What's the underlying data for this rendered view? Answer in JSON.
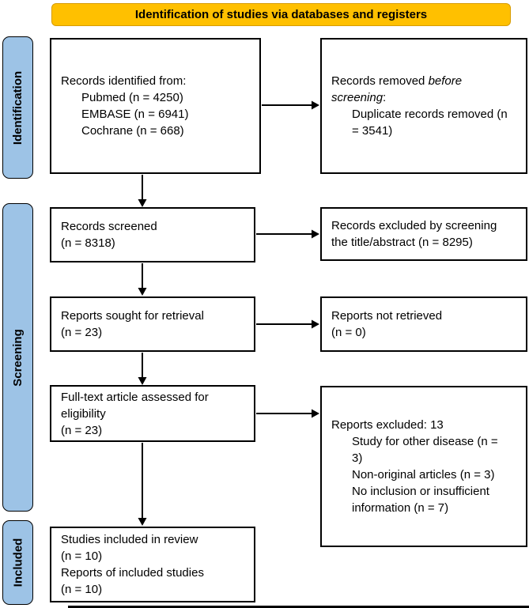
{
  "banner": {
    "label": "Identification of studies via databases and registers"
  },
  "sidebar": {
    "identification": {
      "label": "Identification"
    },
    "screening": {
      "label": "Screening"
    },
    "included": {
      "label": "Included"
    }
  },
  "colors": {
    "banner_bg": "#FFC000",
    "banner_border": "#D79B00",
    "stage_bg": "#9DC3E6",
    "box_border": "#000000",
    "text": "#000000"
  },
  "boxes": {
    "records_identified": {
      "title": "Records identified from:",
      "items": [
        "Pubmed (n = 4250)",
        "EMBASE (n = 6941)",
        "Cochrane (n = 668)"
      ]
    },
    "records_removed": {
      "title_prefix": "Records removed ",
      "title_italic": "before screening",
      "title_suffix": ":",
      "items": [
        "Duplicate records removed (n = 3541)"
      ]
    },
    "records_screened": {
      "lines": [
        "Records screened",
        "(n = 8318)"
      ]
    },
    "records_excluded_screening": {
      "lines": [
        "Records excluded by screening the title/abstract (n = 8295)"
      ]
    },
    "reports_sought": {
      "lines": [
        "Reports sought for retrieval",
        "(n = 23)"
      ]
    },
    "reports_not_retrieved": {
      "lines": [
        "Reports not retrieved",
        "(n = 0)"
      ]
    },
    "fulltext_assessed": {
      "lines": [
        "Full-text article assessed for eligibility",
        "(n = 23)"
      ]
    },
    "reports_excluded": {
      "title": "Reports excluded: 13",
      "items": [
        "Study for other disease (n = 3)",
        "Non-original articles (n = 3)",
        "No inclusion or insufficient information (n = 7)"
      ]
    },
    "studies_included": {
      "lines": [
        "Studies included in review",
        "(n = 10)",
        "Reports of included studies",
        "(n = 10)"
      ]
    }
  }
}
